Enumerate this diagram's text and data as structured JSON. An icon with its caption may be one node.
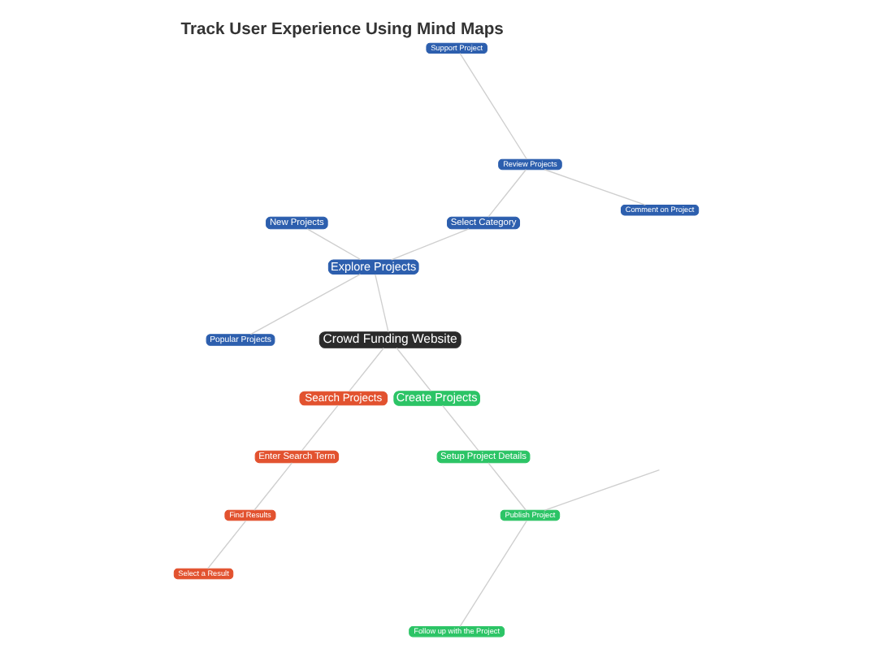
{
  "diagram": {
    "title": "Track User Experience Using Mind Maps",
    "nodes": [
      {
        "text": [
          "Comment on Project"
        ]
      },
      {
        "text": [
          "Review Projects"
        ]
      },
      {
        "text": [
          "Select Category"
        ]
      },
      {
        "text": [
          "Support Project"
        ]
      },
      {
        "text": [
          "New Projects"
        ]
      },
      {
        "text": [
          "Explore Projects"
        ]
      },
      {
        "text": [
          "Popular Projects"
        ]
      },
      {
        "text": [
          "Search Projects"
        ]
      },
      {
        "text": [
          "Crowd Funding Website"
        ]
      },
      {
        "text": [
          "Enter Search Term"
        ]
      },
      {
        "text": [
          "Create Projects"
        ]
      },
      {
        "text": [
          "Find Results"
        ]
      },
      {
        "text": [
          "Follow up with the Project"
        ]
      },
      {
        "text": [
          "Setup Project Details"
        ]
      },
      {
        "text": [
          "Select a Result"
        ]
      },
      {
        "text": [
          "Publish Project"
        ]
      }
    ],
    "edges": [
      {
        "from": 8,
        "to": 5,
        "arrow": "none"
      },
      {
        "from": 5,
        "to": 2,
        "arrow": "none"
      },
      {
        "from": 2,
        "to": 1,
        "arrow": "none"
      },
      {
        "from": 1,
        "to": 0,
        "arrow": "none"
      },
      {
        "from": 1,
        "to": 3,
        "arrow": "none"
      },
      {
        "from": 5,
        "to": 4,
        "arrow": "none"
      },
      {
        "from": 5,
        "to": 6,
        "arrow": "none"
      },
      {
        "from": 8,
        "to": 7,
        "arrow": "none"
      },
      {
        "from": 7,
        "to": 9,
        "arrow": "none"
      },
      {
        "from": 9,
        "to": 11,
        "arrow": "none"
      },
      {
        "from": 11,
        "to": 14,
        "arrow": "none"
      },
      {
        "from": 8,
        "to": 10,
        "arrow": "none"
      },
      {
        "from": 10,
        "to": 13,
        "arrow": "none"
      },
      {
        "from": 13,
        "to": 15,
        "arrow": "none"
      },
      {
        "from": 15,
        "to": 12,
        "arrow": "none"
      },
      {
        "from": 15,
        "to": null,
        "arrow": "none"
      }
    ]
  }
}
